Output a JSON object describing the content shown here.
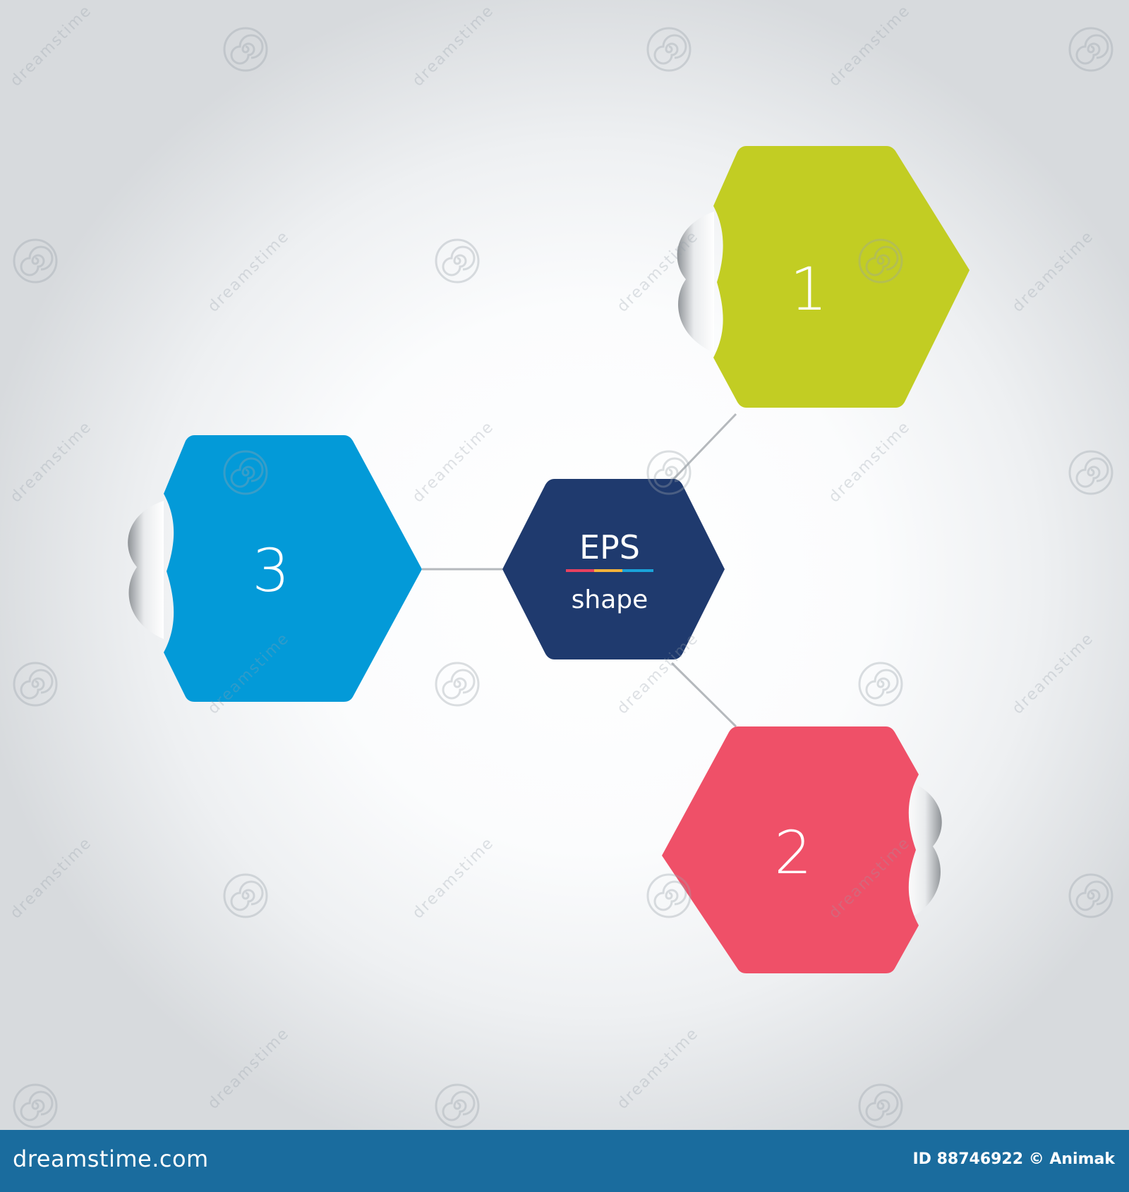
{
  "center": {
    "title": "EPS",
    "subtitle": "shape",
    "color": "#1f3a6e",
    "underline_colors": [
      "#e8415f",
      "#f4b23a",
      "#1aa3d9"
    ]
  },
  "nodes": [
    {
      "label": "1",
      "color": "#c2cd23"
    },
    {
      "label": "2",
      "color": "#ef5068"
    },
    {
      "label": "3",
      "color": "#039ad8"
    }
  ],
  "connector_color": "#b5b9bd",
  "watermark": {
    "text": "dreamstime",
    "logo_icon": "spiral-icon"
  },
  "footer": {
    "brand": "dreamstime.com",
    "credit": "ID 88746922 © Animak",
    "background": "#1a6c9e"
  }
}
